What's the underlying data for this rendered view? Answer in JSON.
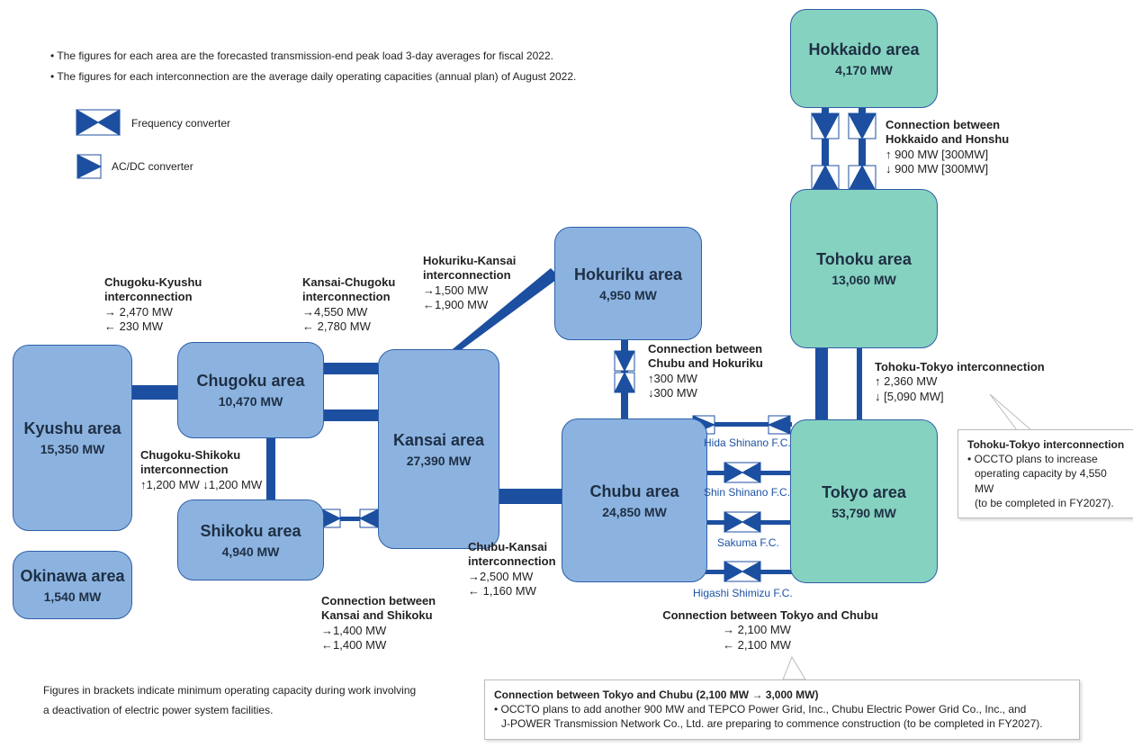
{
  "notes": {
    "line1": "• The figures for each area are the forecasted transmission-end peak load 3-day averages for fiscal 2022.",
    "line2": "• The figures for each interconnection are the average daily operating capacities (annual plan) of August 2022."
  },
  "legend": {
    "freq": "Frequency converter",
    "acdc": "AC/DC converter"
  },
  "areas": {
    "hokkaido": {
      "name": "Hokkaido area",
      "mw": "4,170 MW"
    },
    "tohoku": {
      "name": "Tohoku area",
      "mw": "13,060 MW"
    },
    "tokyo": {
      "name": "Tokyo area",
      "mw": "53,790 MW"
    },
    "chubu": {
      "name": "Chubu area",
      "mw": "24,850 MW"
    },
    "hokuriku": {
      "name": "Hokuriku area",
      "mw": "4,950 MW"
    },
    "kansai": {
      "name": "Kansai area",
      "mw": "27,390 MW"
    },
    "chugoku": {
      "name": "Chugoku area",
      "mw": "10,470 MW"
    },
    "shikoku": {
      "name": "Shikoku area",
      "mw": "4,940 MW"
    },
    "kyushu": {
      "name": "Kyushu area",
      "mw": "15,350 MW"
    },
    "okinawa": {
      "name": "Okinawa area",
      "mw": "1,540 MW"
    }
  },
  "links": {
    "hokkaido_honshu": {
      "t1": "Connection between",
      "t2": "Hokkaido and Honshu",
      "v1": "↑ 900 MW  [300MW]",
      "v2": "↓ 900 MW  [300MW]"
    },
    "tohoku_tokyo": {
      "t1": "Tohoku-Tokyo interconnection",
      "v1": "↑ 2,360 MW",
      "v2": "↓ [5,090 MW]"
    },
    "chubu_hokuriku": {
      "t1": "Connection between",
      "t2": "Chubu and Hokuriku",
      "v1": "↑300 MW",
      "v2": "↓300 MW"
    },
    "hokuriku_kansai": {
      "t1": "Hokuriku-Kansai",
      "t2": "interconnection",
      "v1": "→1,500 MW",
      "v2": "←1,900 MW"
    },
    "kansai_chugoku": {
      "t1": "Kansai-Chugoku",
      "t2": "interconnection",
      "v1": "→4,550 MW",
      "v2": "← 2,780 MW"
    },
    "chugoku_kyushu": {
      "t1": "Chugoku-Kyushu",
      "t2": "interconnection",
      "v1": "→ 2,470 MW",
      "v2": "← 230 MW"
    },
    "chugoku_shikoku": {
      "t1": "Chugoku-Shikoku",
      "t2": "interconnection",
      "v1": "↑1,200 MW ↓1,200 MW"
    },
    "kansai_shikoku": {
      "t1": "Connection between",
      "t2": "Kansai and Shikoku",
      "v1": "→1,400 MW",
      "v2": "←1,400 MW"
    },
    "chubu_kansai": {
      "t1": "Chubu-Kansai",
      "t2": "interconnection",
      "v1": "→2,500 MW",
      "v2": "← 1,160 MW"
    },
    "tokyo_chubu": {
      "t1": "Connection between Tokyo and Chubu",
      "v1": "→ 2,100 MW",
      "v2": "← 2,100 MW"
    }
  },
  "fcs": {
    "hida": "Hida Shinano F.C.",
    "shin": "Shin Shinano F.C.",
    "sakuma": "Sakuma F.C.",
    "higashi": "Higashi Shimizu F.C."
  },
  "callout_tohoku": {
    "title": "Tohoku-Tokyo interconnection",
    "l1": "• OCCTO plans to increase",
    "l2": "operating  capacity by 4,550 MW",
    "l3": "(to be completed in FY2027)."
  },
  "callout_tokyo": {
    "title": "Connection between Tokyo and Chubu (2,100 MW → 3,000 MW)",
    "l1": "• OCCTO plans to add another 900 MW and TEPCO Power Grid, Inc., Chubu Electric Power Grid Co., Inc., and",
    "l2": "J-POWER Transmission Network Co., Ltd.   are preparing to commence construction (to be completed in FY2027)."
  },
  "footnote": {
    "l1": "Figures in brackets indicate minimum operating capacity during work involving",
    "l2": "a deactivation of electric power system facilities."
  },
  "colors": {
    "line": "#1c4fa0",
    "blue_box": "#8cb3e0",
    "green_box": "#86d2c0"
  }
}
